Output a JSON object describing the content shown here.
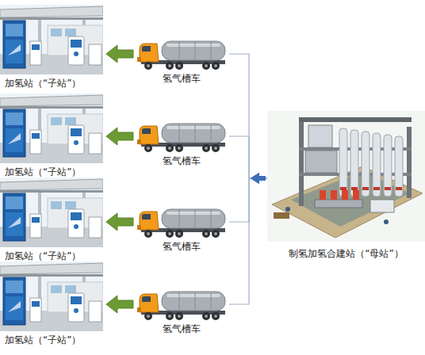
{
  "diagram": {
    "nodes": [
      {
        "text": [
          "加氢站（“子站”）"
        ]
      },
      {
        "text": [
          "氢气槽车"
        ]
      },
      {
        "text": [
          "加氢站（“子站”）"
        ]
      },
      {
        "text": [
          "氢气槽车"
        ]
      },
      {
        "text": [
          "加氢站（“子站”）"
        ]
      },
      {
        "text": [
          "氢气槽车"
        ]
      },
      {
        "text": [
          "加氢站（“子站”）"
        ]
      },
      {
        "text": [
          "氢气槽车"
        ]
      },
      {
        "text": [
          "制氢加氢合建站（“母站”）"
        ]
      }
    ],
    "edges": [
      {
        "from": 1,
        "to": 0,
        "arrow": "to"
      },
      {
        "from": 3,
        "to": 2,
        "arrow": "to"
      },
      {
        "from": 5,
        "to": 4,
        "arrow": "to"
      },
      {
        "from": 7,
        "to": 6,
        "arrow": "to"
      },
      {
        "from": 8,
        "to": 1,
        "arrow": "to"
      },
      {
        "from": 8,
        "to": 3,
        "arrow": "to"
      },
      {
        "from": 8,
        "to": 5,
        "arrow": "to"
      },
      {
        "from": 8,
        "to": 7,
        "arrow": "to"
      }
    ]
  }
}
